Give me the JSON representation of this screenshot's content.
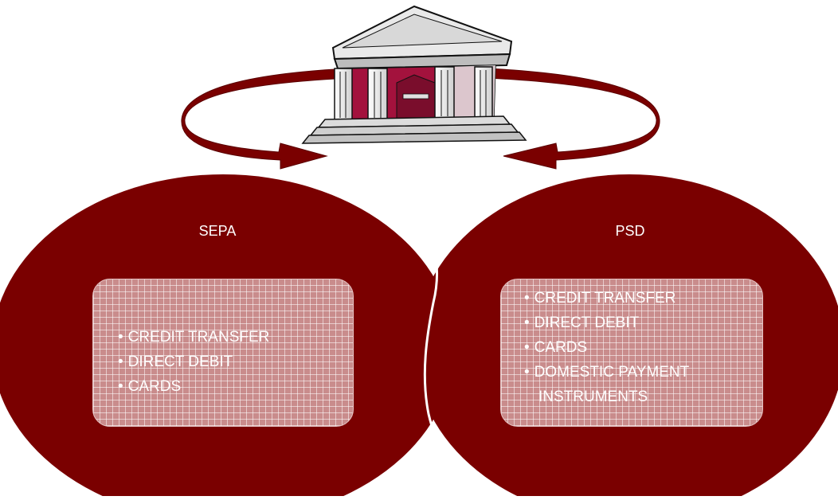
{
  "colors": {
    "ellipse": "#7a0000",
    "arrow": "#7a0000",
    "panel": "#c98c8c",
    "text": "#ffffff",
    "temple_stone": "#f2f2f2",
    "temple_accent": "#a3123d"
  },
  "icons": {
    "institution": "bank-building-icon"
  },
  "sepa": {
    "title": "SEPA",
    "items": [
      {
        "text": "CREDIT TRANSFER"
      },
      {
        "text": "DIRECT DEBIT"
      },
      {
        "text": "CARDS"
      }
    ]
  },
  "psd": {
    "title": "PSD",
    "items": [
      {
        "text": "CREDIT TRANSFER"
      },
      {
        "text": "DIRECT DEBIT"
      },
      {
        "text": "CARDS"
      },
      {
        "text": "DOMESTIC PAYMENT",
        "continuation": "INSTRUMENTS"
      }
    ]
  }
}
